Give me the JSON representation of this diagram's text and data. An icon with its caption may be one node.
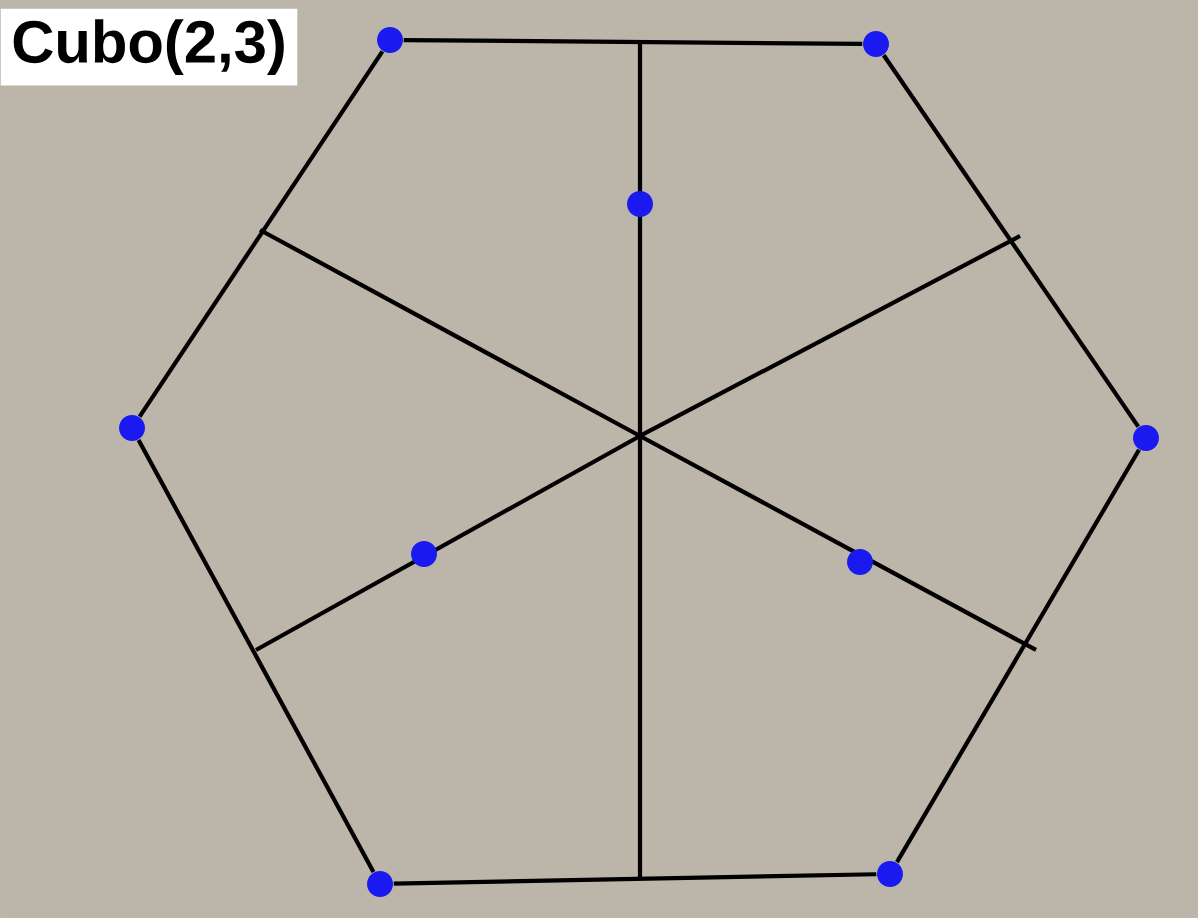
{
  "diagram": {
    "title": "Cubo(2,3)",
    "nodes": [
      {
        "text": [],
        "shape": "circle"
      },
      {
        "text": [],
        "shape": "circle"
      },
      {
        "text": [],
        "shape": "circle"
      },
      {
        "text": [],
        "shape": "circle"
      },
      {
        "text": [],
        "shape": "circle"
      },
      {
        "text": [],
        "shape": "circle"
      },
      {
        "text": [],
        "shape": "circle"
      },
      {
        "text": [],
        "shape": "circle"
      },
      {
        "text": [],
        "shape": "circle"
      }
    ],
    "edges": [
      {
        "from": 0,
        "to": 1,
        "arrow": "none"
      },
      {
        "from": 1,
        "to": 4,
        "arrow": "none"
      },
      {
        "from": 4,
        "to": 8,
        "arrow": "none"
      },
      {
        "from": 8,
        "to": 7,
        "arrow": "none"
      },
      {
        "from": 7,
        "to": 3,
        "arrow": "none"
      },
      {
        "from": 3,
        "to": 0,
        "arrow": "none"
      }
    ]
  }
}
